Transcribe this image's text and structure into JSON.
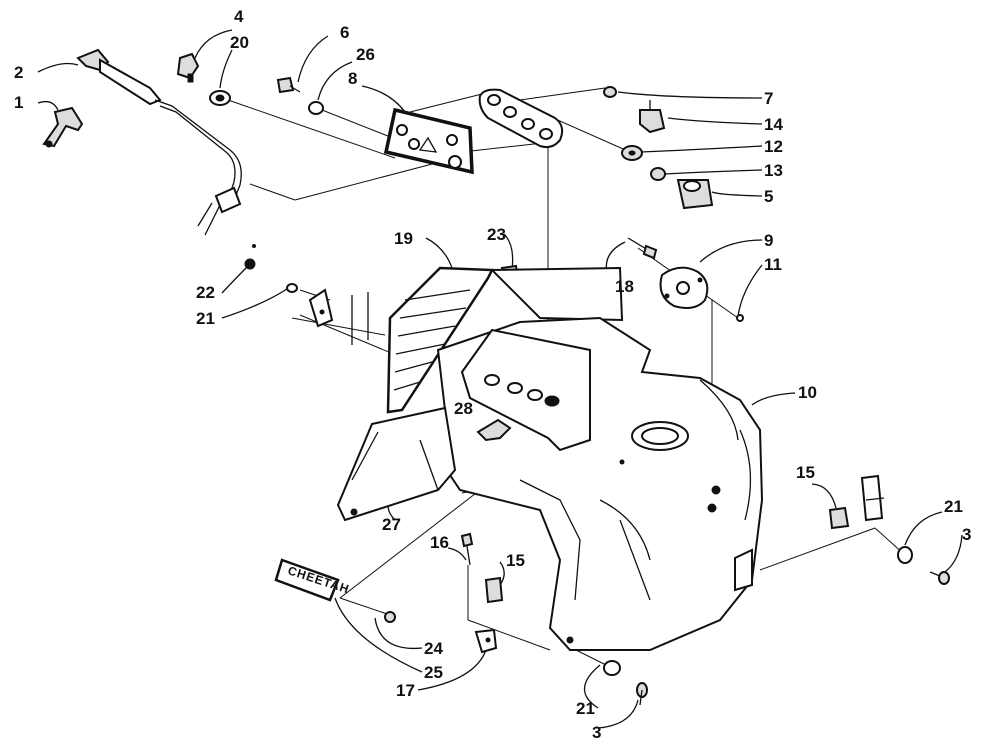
{
  "callouts": [
    {
      "id": "c1",
      "text": "1"
    },
    {
      "id": "c2",
      "text": "2"
    },
    {
      "id": "c4",
      "text": "4"
    },
    {
      "id": "c20",
      "text": "20"
    },
    {
      "id": "c6",
      "text": "6"
    },
    {
      "id": "c26",
      "text": "26"
    },
    {
      "id": "c8",
      "text": "8"
    },
    {
      "id": "c7",
      "text": "7"
    },
    {
      "id": "c14",
      "text": "14"
    },
    {
      "id": "c12",
      "text": "12"
    },
    {
      "id": "c13",
      "text": "13"
    },
    {
      "id": "c5",
      "text": "5"
    },
    {
      "id": "c9",
      "text": "9"
    },
    {
      "id": "c11",
      "text": "11"
    },
    {
      "id": "c18",
      "text": "18"
    },
    {
      "id": "c19",
      "text": "19"
    },
    {
      "id": "c23",
      "text": "23"
    },
    {
      "id": "c22",
      "text": "22"
    },
    {
      "id": "c21a",
      "text": "21"
    },
    {
      "id": "c28",
      "text": "28"
    },
    {
      "id": "c10",
      "text": "10"
    },
    {
      "id": "c27",
      "text": "27"
    },
    {
      "id": "c15a",
      "text": "15"
    },
    {
      "id": "c21b",
      "text": "21"
    },
    {
      "id": "c3a",
      "text": "3"
    },
    {
      "id": "c16",
      "text": "16"
    },
    {
      "id": "c15b",
      "text": "15"
    },
    {
      "id": "c24",
      "text": "24"
    },
    {
      "id": "c25",
      "text": "25"
    },
    {
      "id": "c17",
      "text": "17"
    },
    {
      "id": "c21c",
      "text": "21"
    },
    {
      "id": "c3b",
      "text": "3"
    }
  ],
  "decal_text": "CHEETAH",
  "colors": {
    "ink": "#111111",
    "paper": "#ffffff"
  }
}
